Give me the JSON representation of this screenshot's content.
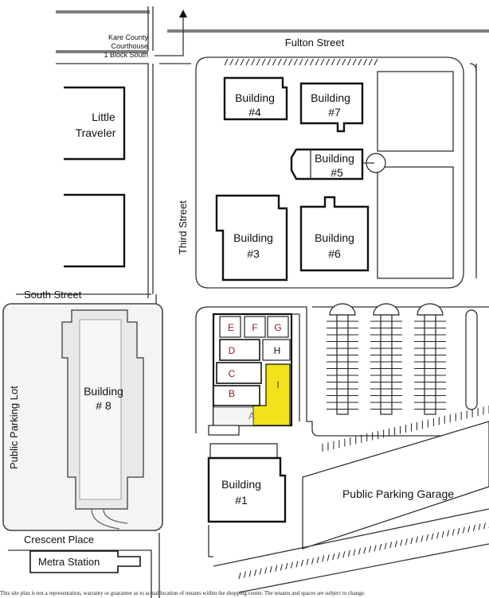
{
  "streets": {
    "fulton": "Fulton Street",
    "third": "Third Street",
    "south": "South Street",
    "crescent": "Crescent Place"
  },
  "landmarks": {
    "courthouse_line1": "Kare County",
    "courthouse_line2": "Courthouse",
    "courthouse_line3": "1 Block South",
    "little_traveler_line1": "Little",
    "little_traveler_line2": "Traveler",
    "public_lot": "Public Parking Lot",
    "metra": "Metra Station",
    "garage": "Public Parking Garage"
  },
  "buildings": [
    {
      "line1": "Building",
      "line2": "#4"
    },
    {
      "line1": "Building",
      "line2": "#7"
    },
    {
      "line1": "Building",
      "line2": "#5"
    },
    {
      "line1": "Building",
      "line2": "#3"
    },
    {
      "line1": "Building",
      "line2": "#6"
    },
    {
      "line1": "Building",
      "line2": "# 8"
    },
    {
      "line1": "Building",
      "line2": "#1"
    }
  ],
  "units": [
    "E",
    "F",
    "G",
    "D",
    "H",
    "C",
    "I",
    "B",
    "A"
  ],
  "highlight_color": "#f2e21c",
  "footnote": "This site plan is not a representation, warranty or guarantee as to actual location of tenants within the shopping center. The tenants and spaces are subject to change."
}
